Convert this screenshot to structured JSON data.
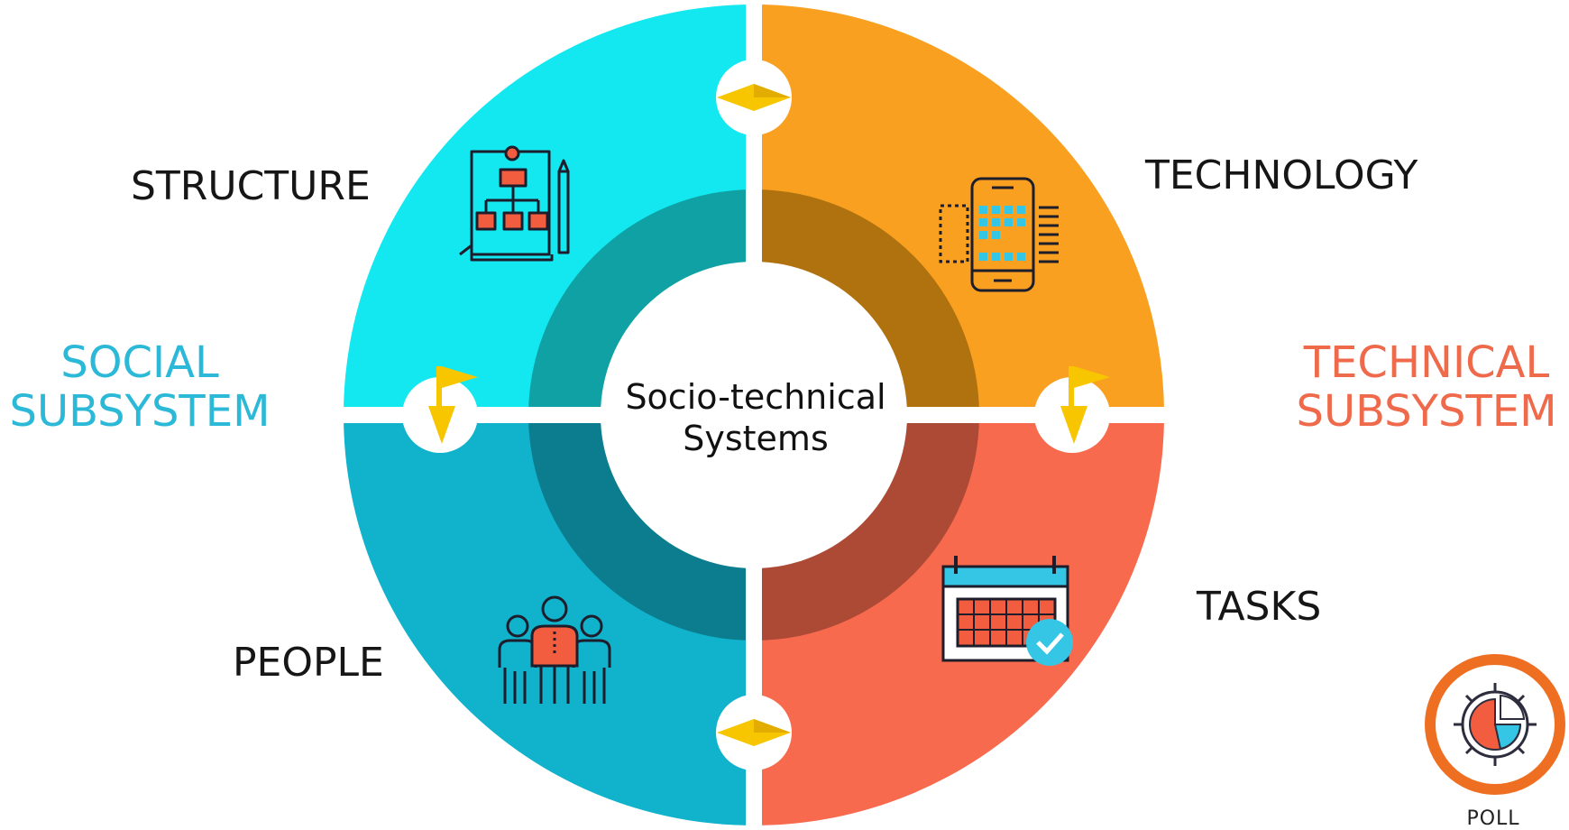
{
  "center": {
    "line1": "Socio-technical",
    "line2": "Systems"
  },
  "quadrants": {
    "structure": "STRUCTURE",
    "technology": "TECHNOLOGY",
    "people": "PEOPLE",
    "tasks": "TASKS"
  },
  "subsystems": {
    "social": {
      "line1": "SOCIAL",
      "line2": "SUBSYSTEM"
    },
    "technical": {
      "line1": "TECHNICAL",
      "line2": "SUBSYSTEM"
    }
  },
  "poll": {
    "label": "POLL"
  },
  "colors": {
    "structure": "#13e8f0",
    "technology": "#f9a020",
    "people": "#11b2cc",
    "tasks": "#f76a4e",
    "social_text": "#2cb9d8",
    "technical_text": "#ef6a4b",
    "connector": "#f7c600",
    "poll_ring": "#ee6f21"
  },
  "icons": {
    "structure": "org-chart-document-icon",
    "technology": "mobile-app-icon",
    "people": "team-people-icon",
    "tasks": "calendar-check-icon",
    "connectors": "double-arrow-icon",
    "flags": "flag-arrow-icon",
    "poll": "gear-pie-chart-icon"
  }
}
